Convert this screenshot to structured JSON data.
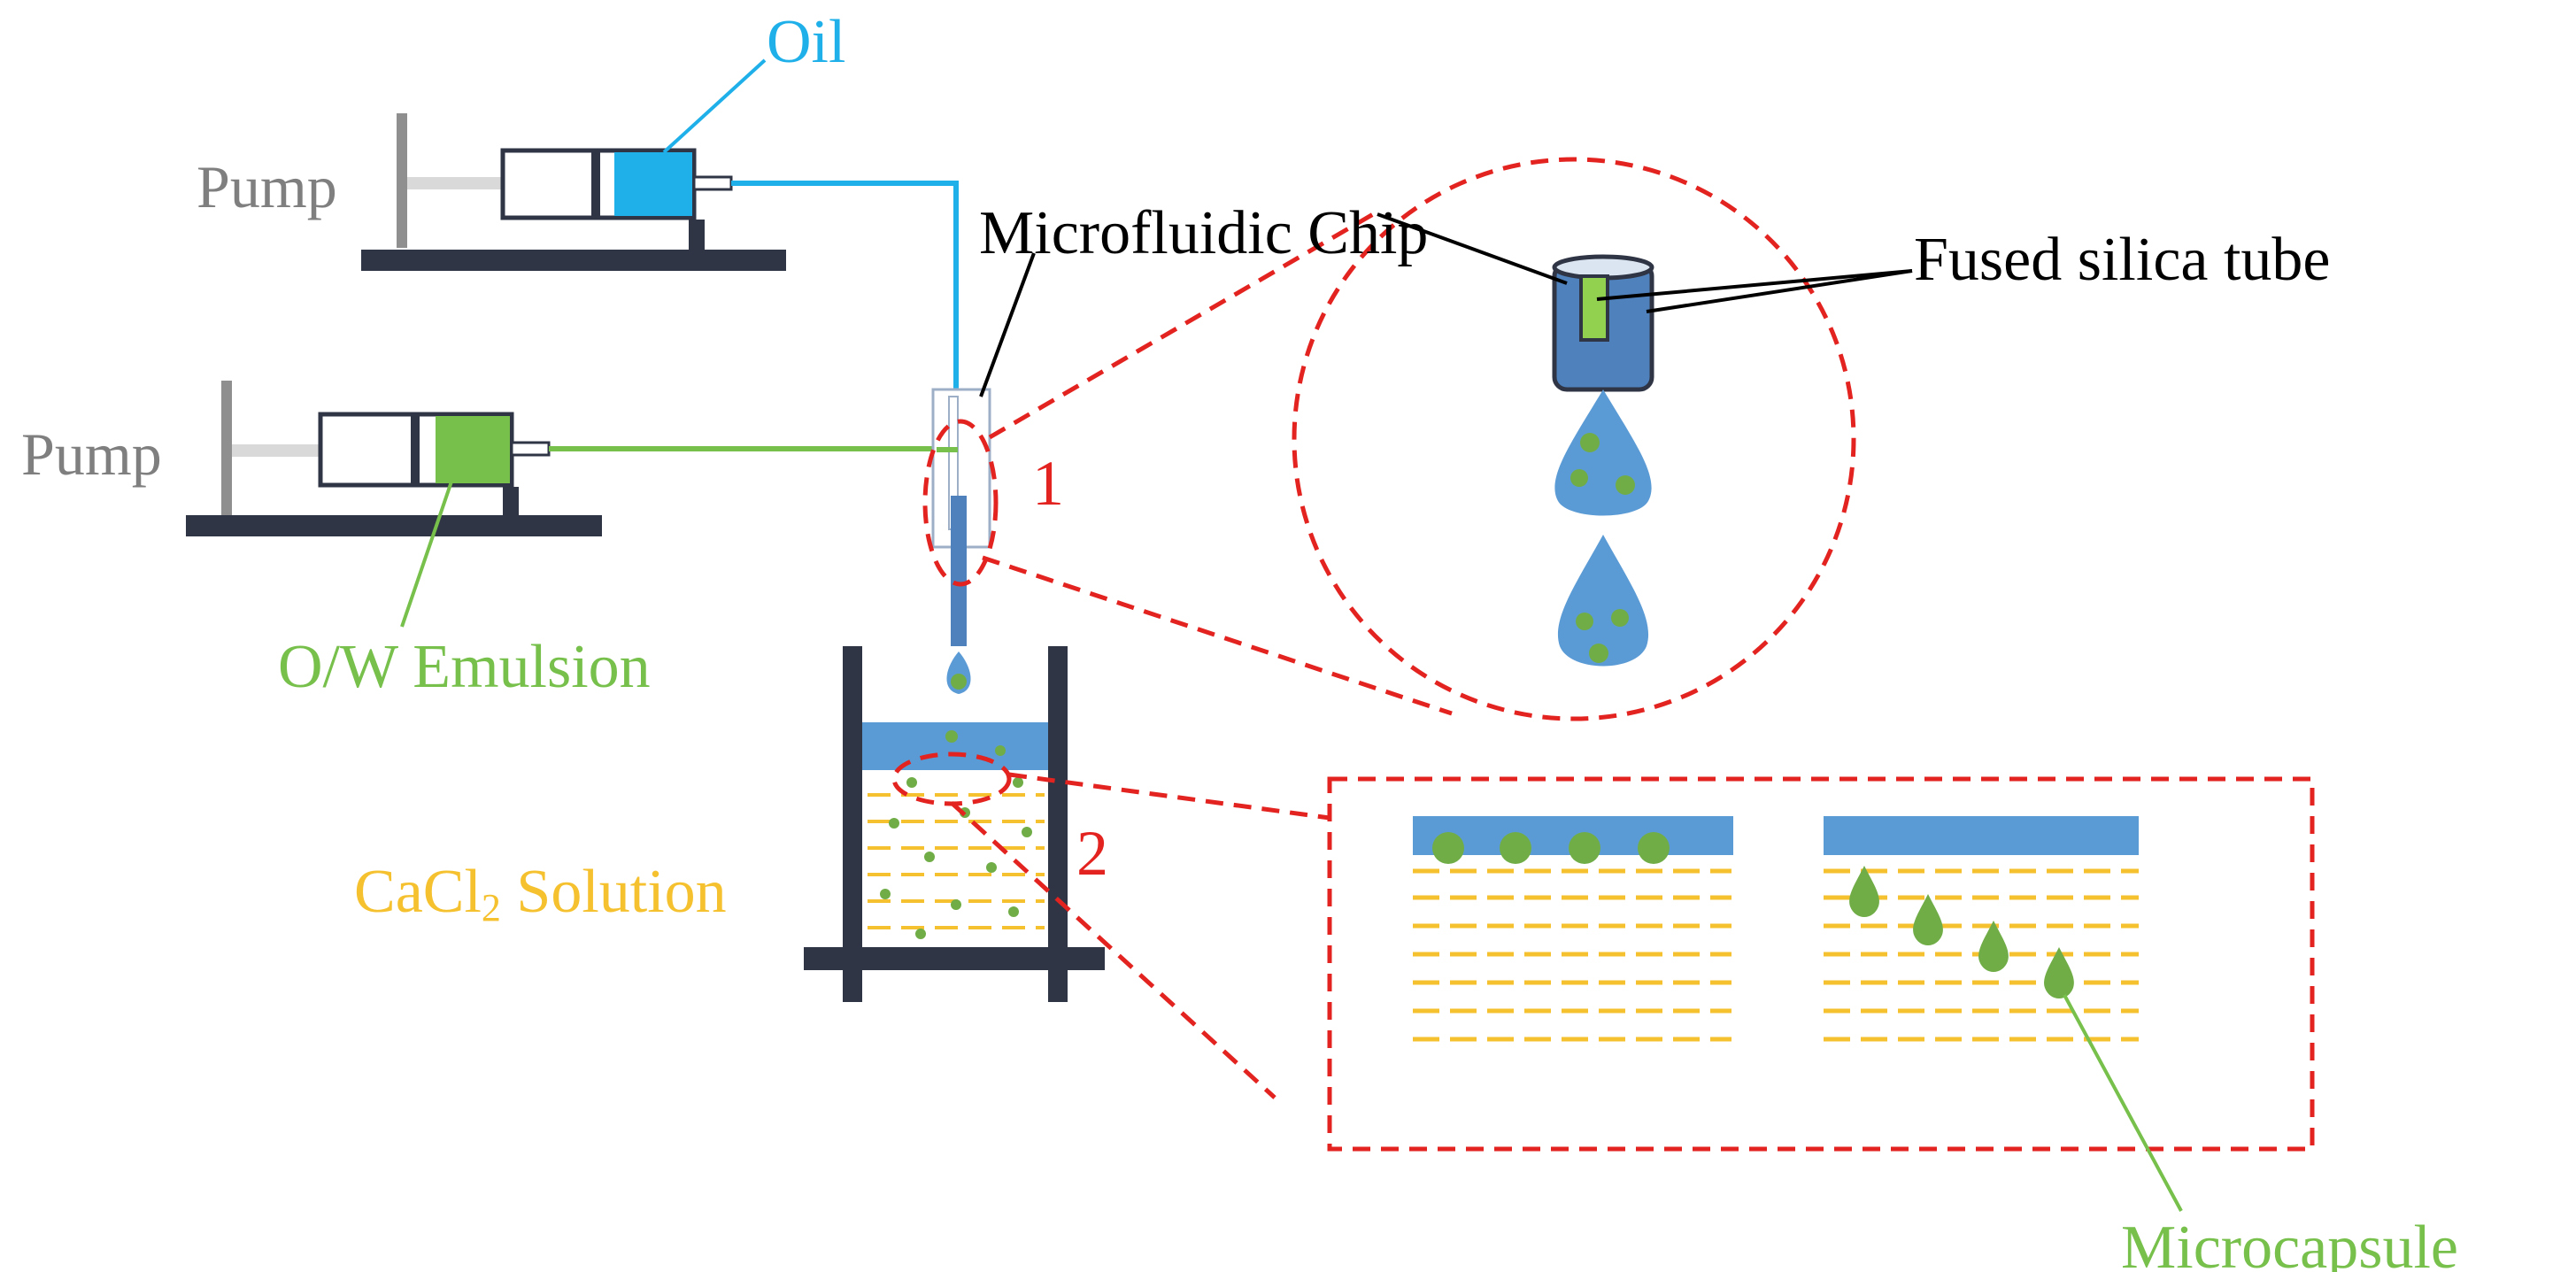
{
  "labels": {
    "pump_top": "Pump",
    "pump_bottom": "Pump",
    "oil": "Oil",
    "chip": "Microfluidic Chip",
    "silica_tube": "Fused silica tube",
    "emulsion": "O/W Emulsion",
    "cacl2_main": "CaCl",
    "cacl2_sub": "2",
    "cacl2_rest": " Solution",
    "microcapsule": "Microcapsule",
    "marker_1": "1",
    "marker_2": "2"
  },
  "colors": {
    "oil": "#1fb0ea",
    "emulsion": "#77c04b",
    "pump_gray": "#8f8f8f",
    "frame": "#2f3544",
    "phase_blue": "#5b9bd5",
    "drop_green": "#70ad47",
    "solution_yellow": "#f5c12f",
    "magnify_red": "#e3231f"
  }
}
